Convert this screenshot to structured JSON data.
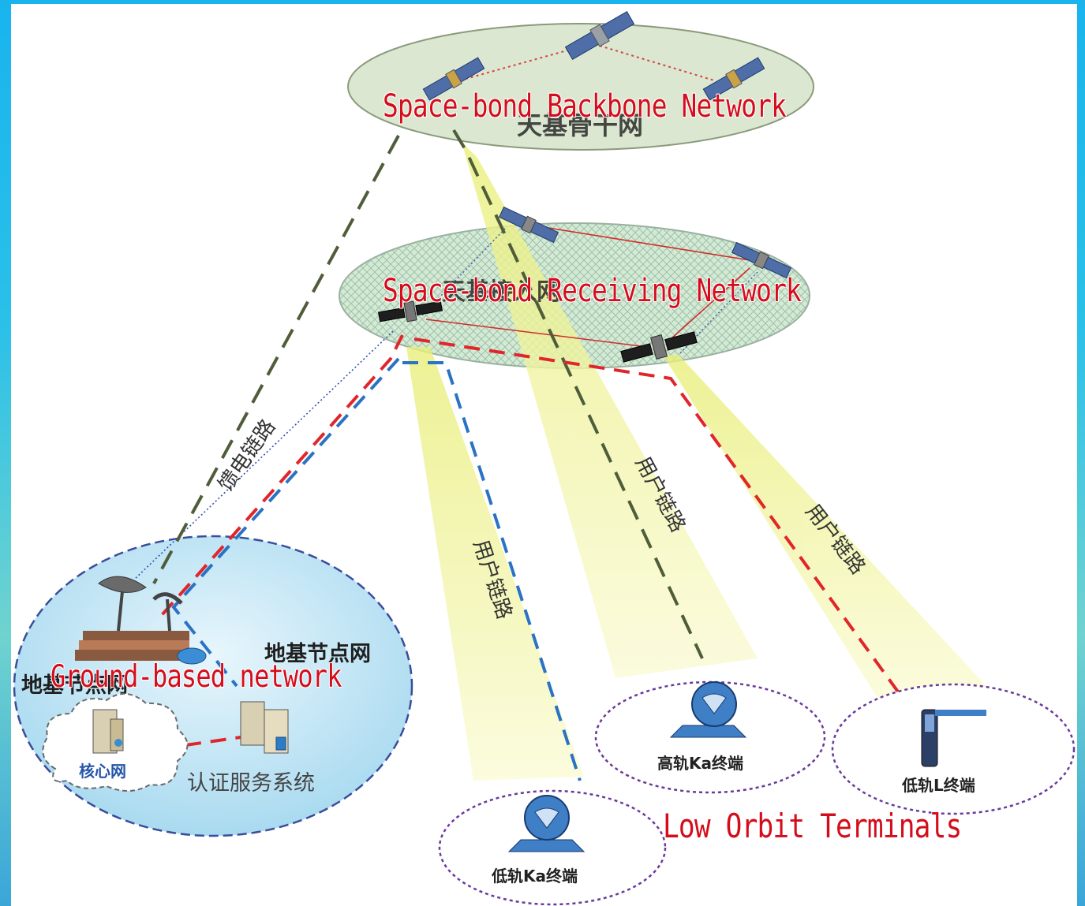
{
  "overlay_labels": {
    "backbone": "Space-bond Backbone Network",
    "receiving": "Space-bond Receiving Network",
    "ground": "Ground-based network",
    "low_orbit": "Low Orbit Terminals"
  },
  "chinese_labels": {
    "backbone_cn": "天基骨干网",
    "receiving_cn": "天基接入网",
    "ground_node_net": "地基节点网",
    "ground_partial": "地基节点网",
    "core_net": "核心网",
    "auth_system": "认证服务系统",
    "feeder_link": "馈电链路",
    "user_link_1": "用户链路",
    "user_link_2": "用户链路",
    "user_link_3": "用户链路",
    "high_orbit_ka": "高轨Ka终端",
    "low_orbit_l": "低轨L终端",
    "low_orbit_ka": "低轨Ka终端"
  },
  "colors": {
    "background_frame": "#19b4ee",
    "overlay_text": "#d40d1c",
    "backbone_ellipse": "#d9e6cf",
    "receiving_ellipse": "#cfe6d2",
    "ground_ellipse": "#bfe3f3",
    "beam_yellow": "#f2f29a",
    "link_red": "#e0262b",
    "link_blue": "#2a73c4",
    "link_olive": "#4f5d3a",
    "terminal_blue": "#3f7fc6"
  }
}
